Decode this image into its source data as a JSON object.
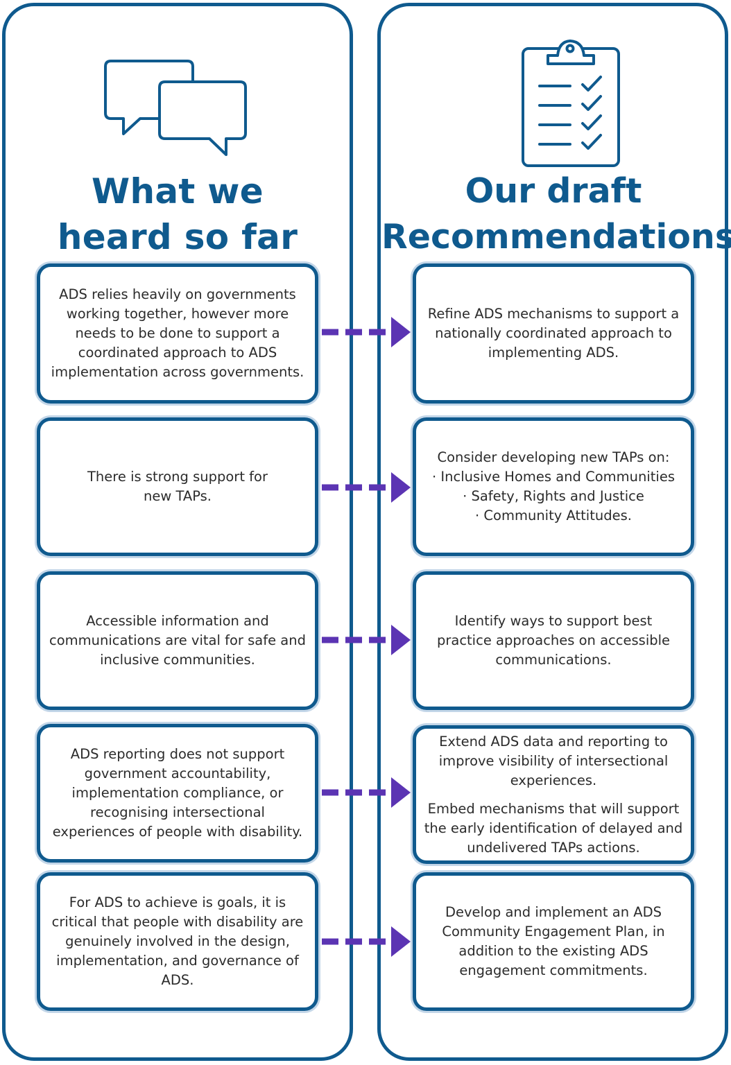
{
  "left_column": {
    "heading_line1": "What we",
    "heading_line2": "heard so far",
    "icon": "speech-bubbles-icon",
    "items": [
      "ADS relies heavily on governments working together, however more needs to be done to support a coordinated approach to ADS implementation across governments.",
      "There is strong support for new TAPs.",
      "Accessible information and communications are vital for safe and inclusive communities.",
      "ADS reporting does not support government accountability, implementation compliance, or recognising intersectional experiences of people with disability.",
      "For ADS to achieve is goals, it is critical that people with disability are genuinely involved in the design, implementation, and governance of ADS."
    ]
  },
  "right_column": {
    "heading_line1": "Our draft",
    "heading_line2": "Recommendations",
    "icon": "clipboard-checklist-icon",
    "items": [
      [
        "Refine ADS mechanisms to support a nationally coordinated approach to implementing ADS."
      ],
      [
        "Consider developing new TAPs on:",
        "· Inclusive Homes and Communities",
        "· Safety, Rights and Justice",
        "· Community Attitudes."
      ],
      [
        "Identify ways to support best practice approaches on accessible communications."
      ],
      [
        "Extend ADS data and reporting to improve visibility of intersectional experiences.",
        "Embed mechanisms that will support the early identification of delayed and undelivered TAPs actions."
      ],
      [
        "Develop and implement an ADS Community Engagement Plan, in addition to the existing ADS engagement commitments."
      ]
    ]
  },
  "colors": {
    "primary_blue": "#0f5a8e",
    "card_halo": "#c3d6e8",
    "arrow_purple": "#5b34b3",
    "text": "#2b2b2b"
  }
}
